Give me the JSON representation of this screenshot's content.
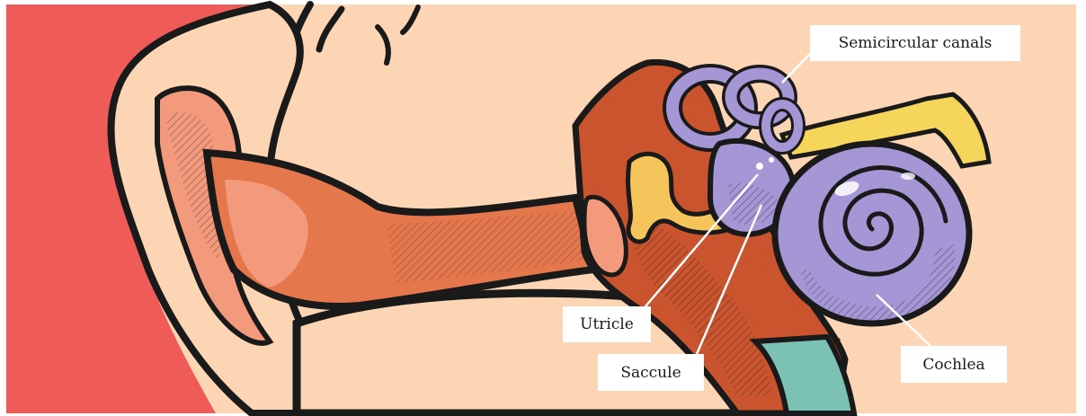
{
  "labels": {
    "semicircular_canals": "Semicircular canals",
    "utricle": "Utricle",
    "saccule": "Saccule",
    "cochlea": "Cochlea"
  },
  "colors": {
    "background_red": "#ef5b57",
    "skin_cream": "#fcd6b4",
    "ear_canal_orange": "#e4784c",
    "ear_inner_salmon": "#f49a7c",
    "middle_ear_brown": "#c9542e",
    "labyrinth_purple": "#a596d6",
    "ossicle_yellow": "#f5c45a",
    "nerve_yellow": "#f5d55a",
    "tube_teal": "#7cc2b4",
    "outline": "#1a1a1a",
    "leader_line": "#ffffff",
    "label_box": "#ffffff"
  }
}
